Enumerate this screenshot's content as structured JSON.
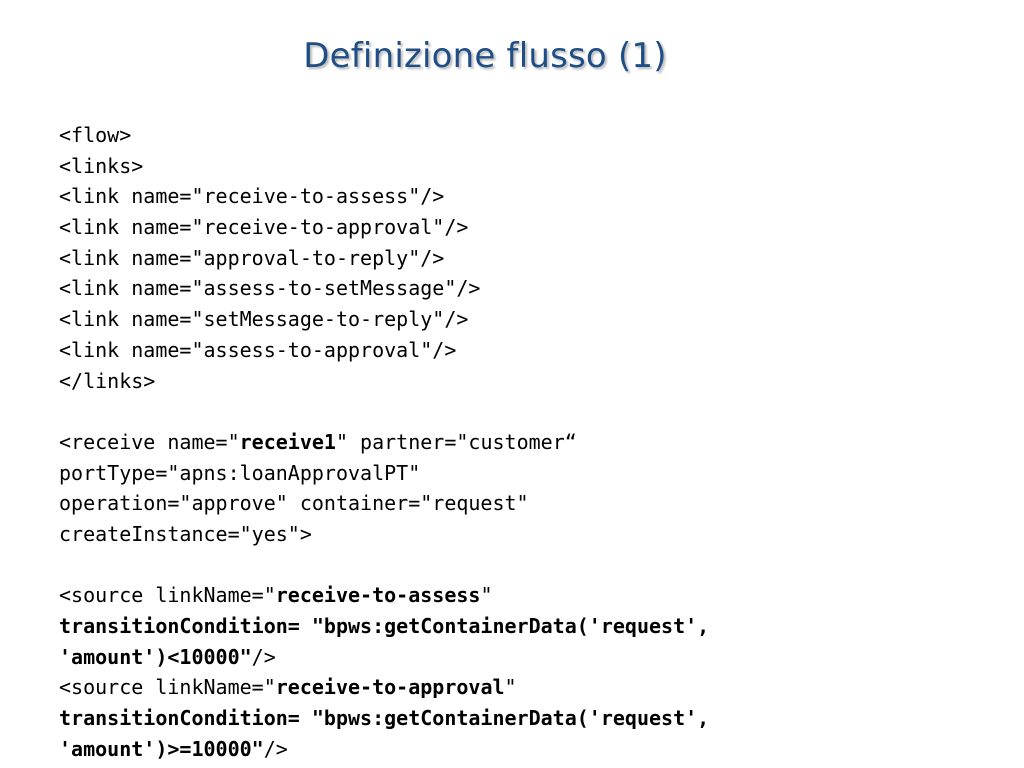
{
  "slide": {
    "title": "Definizione flusso (1)"
  },
  "code": {
    "lines": [
      [
        {
          "t": "<flow>"
        }
      ],
      [
        {
          "t": "<links>"
        }
      ],
      [
        {
          "t": "<link name=\"receive-to-assess\"/>"
        }
      ],
      [
        {
          "t": "<link name=\"receive-to-approval\"/>"
        }
      ],
      [
        {
          "t": "<link name=\"approval-to-reply\"/>"
        }
      ],
      [
        {
          "t": "<link name=\"assess-to-setMessage\"/>"
        }
      ],
      [
        {
          "t": "<link name=\"setMessage-to-reply\"/>"
        }
      ],
      [
        {
          "t": "<link name=\"assess-to-approval\"/>"
        }
      ],
      [
        {
          "t": "</links>"
        }
      ],
      [
        {
          "t": ""
        }
      ],
      [
        {
          "t": "<receive name=\""
        },
        {
          "t": "receive1",
          "b": true
        },
        {
          "t": "\" partner=\"customer“"
        }
      ],
      [
        {
          "t": "portType=\"apns:loanApprovalPT\""
        }
      ],
      [
        {
          "t": "operation=\"approve\" container=\"request\""
        }
      ],
      [
        {
          "t": "createInstance=\"yes\">"
        }
      ],
      [
        {
          "t": ""
        }
      ],
      [
        {
          "t": "<source linkName=\""
        },
        {
          "t": "receive-to-assess",
          "b": true
        },
        {
          "t": "\""
        }
      ],
      [
        {
          "t": "transitionCondition= \"bpws:getContainerData('request',",
          "b": true
        }
      ],
      [
        {
          "t": "'amount')<10000\"",
          "b": true
        },
        {
          "t": "/>"
        }
      ],
      [
        {
          "t": "<source linkName=\""
        },
        {
          "t": "receive-to-approval",
          "b": true
        },
        {
          "t": "\""
        }
      ],
      [
        {
          "t": "transitionCondition= \"bpws:getContainerData('request',",
          "b": true
        }
      ],
      [
        {
          "t": "'amount')>=10000\"",
          "b": true
        },
        {
          "t": "/>"
        }
      ]
    ]
  }
}
